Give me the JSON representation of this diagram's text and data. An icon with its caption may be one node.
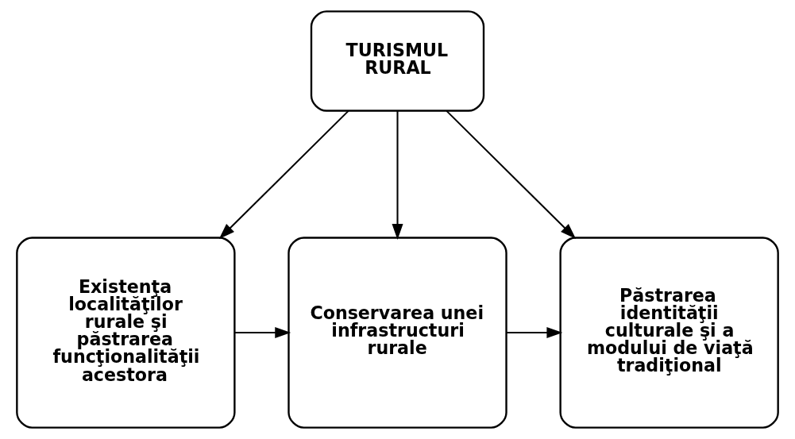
{
  "diagram": {
    "nodes": [
      {
        "text": [
          "TURISMUL RURAL"
        ]
      },
      {
        "text": [
          "Existenţa localităţilor rurale şi păstrarea funcţionalităţii acestora"
        ]
      },
      {
        "text": [
          "Conservarea unei infrastructuri rurale"
        ]
      },
      {
        "text": [
          "Păstrarea identităţii culturale şi a modului de viaţă tradiţional"
        ]
      }
    ],
    "edges": [
      {
        "from": 0,
        "to": 1,
        "arrow": "to"
      },
      {
        "from": 0,
        "to": 2,
        "arrow": "to"
      },
      {
        "from": 0,
        "to": 3,
        "arrow": "to"
      },
      {
        "from": 1,
        "to": 2,
        "arrow": "to"
      },
      {
        "from": 2,
        "to": 3,
        "arrow": "to"
      }
    ]
  }
}
